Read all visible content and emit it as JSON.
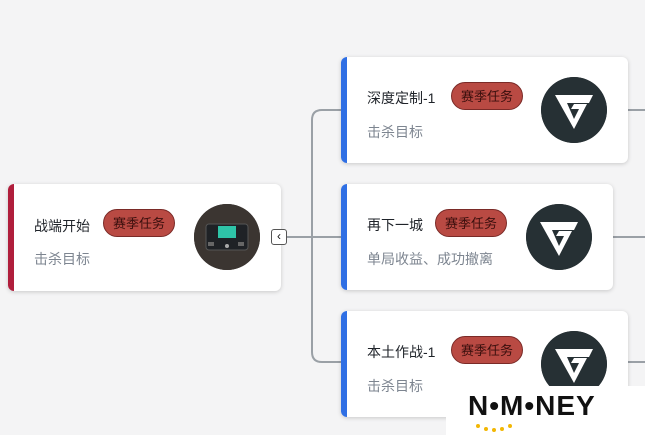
{
  "root": {
    "title": "战端开始",
    "badge": "赛季任务",
    "subtitle": "击杀目标",
    "thumb_icon": "device-thumbnail-icon",
    "accent_color": "#b01e3c"
  },
  "collapse_button": {
    "glyph": "‹",
    "icon": "chevron-left-icon"
  },
  "children": [
    {
      "title": "深度定制-1",
      "badge": "赛季任务",
      "subtitle": "击杀目标",
      "thumb_icon": "g-logo-icon"
    },
    {
      "title": "再下一城",
      "badge": "赛季任务",
      "subtitle": "单局收益、成功撤离",
      "thumb_icon": "g-logo-icon"
    },
    {
      "title": "本土作战-1",
      "badge": "赛季任务",
      "subtitle": "击杀目标",
      "thumb_icon": "g-logo-icon"
    }
  ],
  "colors": {
    "child_accent": "#2f6fe4",
    "badge_bg": "#b94a43",
    "connector": "#9aa0a6"
  },
  "watermark": {
    "text": "N•M•NEY"
  }
}
